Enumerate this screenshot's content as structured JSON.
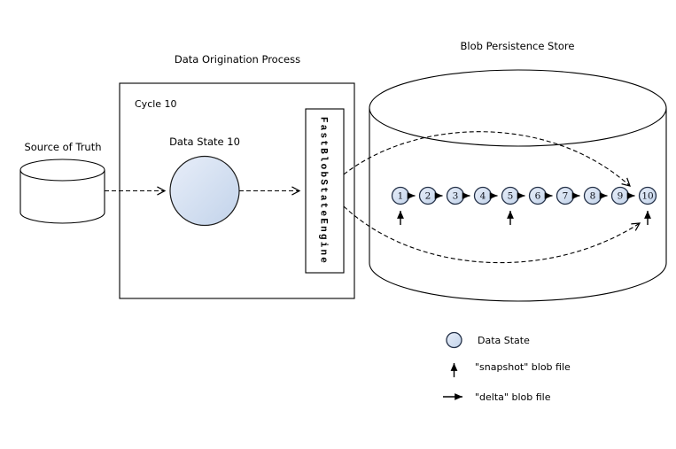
{
  "source": {
    "label": "Source of Truth"
  },
  "origination": {
    "title": "Data Origination Process",
    "cycle_label": "Cycle 10",
    "data_state_label": "Data State 10",
    "engine_label": "FastBlobStateEngine"
  },
  "store": {
    "title": "Blob Persistence Store",
    "nodes": [
      "1",
      "2",
      "3",
      "4",
      "5",
      "6",
      "7",
      "8",
      "9",
      "10"
    ],
    "snapshot_node_indexes": [
      0,
      4,
      9
    ]
  },
  "legend": {
    "data_state_label": "Data State",
    "snapshot_label": "\"snapshot\" blob file",
    "delta_label": "\"delta\" blob file"
  },
  "colors": {
    "node_fill_light": "#e8eef9",
    "node_fill_dark": "#c2d3ea",
    "line": "#000000"
  }
}
